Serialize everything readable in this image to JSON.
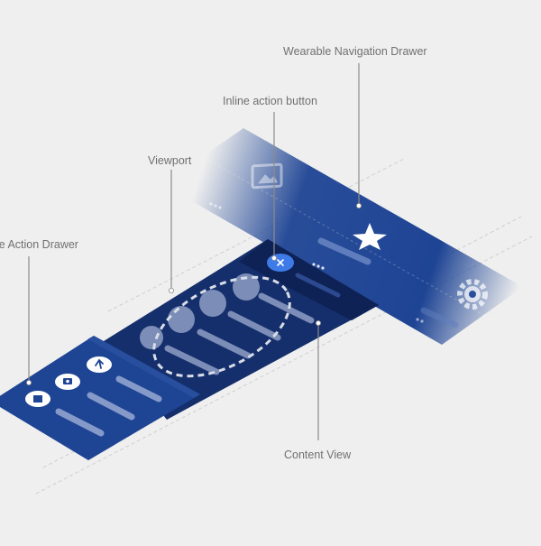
{
  "labels": {
    "wearable_navigation_drawer": "Wearable Navigation Drawer",
    "inline_action_button": "Inline action button",
    "viewport": "Viewport",
    "wearable_action_drawer": "ble Action Drawer",
    "content_view": "Content View"
  },
  "icons": {
    "nav_drawer": [
      "image-icon",
      "star-icon",
      "gear-icon"
    ],
    "action_drawer": [
      "note-icon",
      "camera-icon",
      "reply-icon"
    ],
    "inline_action": "close-icon"
  },
  "colors": {
    "background": "#efefef",
    "drawer_blue": "#1e4494",
    "drawer_blue_dark": "#1a3c86",
    "content_dark": "#152f6c",
    "content_darker": "#0e2256",
    "inline_button": "#3e7be8",
    "leader_line": "#8c8c8c",
    "label_text": "#707070"
  }
}
